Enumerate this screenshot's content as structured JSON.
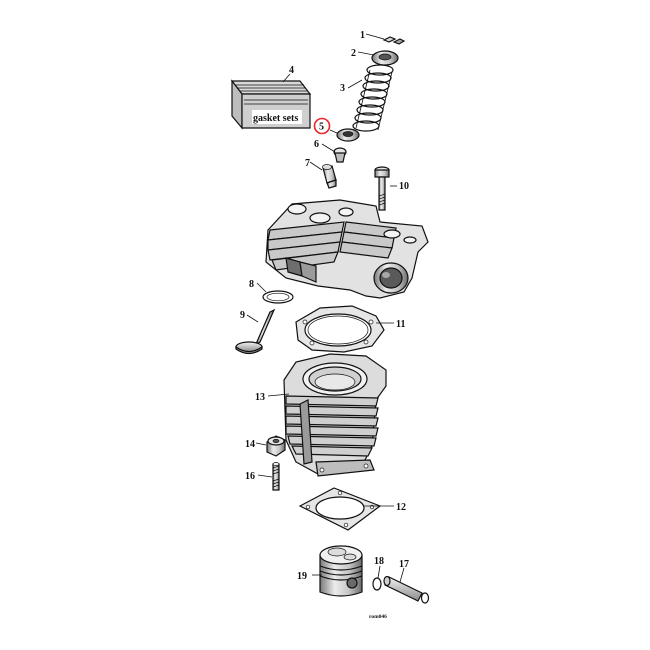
{
  "diagram": {
    "callouts": [
      "1",
      "2",
      "3",
      "4",
      "5",
      "6",
      "7",
      "8",
      "9",
      "10",
      "11",
      "12",
      "13",
      "14",
      "16",
      "17",
      "18",
      "19"
    ],
    "gasket_label": "gasket sets",
    "highlighted_callout": "5",
    "drawing_code": "rom046",
    "colors": {
      "line": "#111111",
      "fill_light": "#ececec",
      "fill_mid": "#bdbdbd",
      "fill_dark": "#6a6a6a",
      "highlight": "#e8262b"
    }
  }
}
